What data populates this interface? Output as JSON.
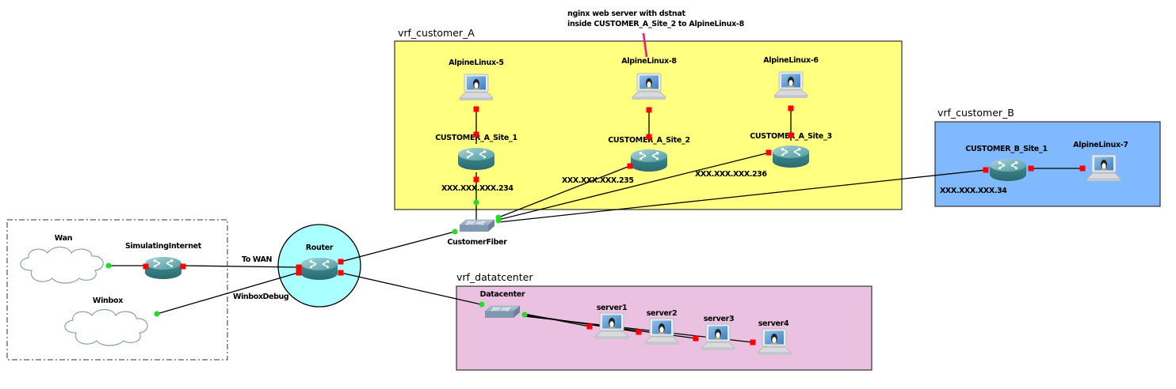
{
  "colors": {
    "zone_customer_a": "#ffff80",
    "zone_customer_b": "#80b9ff",
    "zone_datacenter": "#eac1e0",
    "router_zone": "#aaffff",
    "port_down": "#ff0000",
    "port_up": "#22dd22",
    "note_line": "#ff1188",
    "link": "#000000"
  },
  "note": {
    "line1": "nginx web server with dstnat",
    "line2": "inside CUSTOMER_A_Site_2 to AlpineLinux-8"
  },
  "zones": {
    "customer_a": {
      "label": "vrf_customer_A"
    },
    "customer_b": {
      "label": "vrf_customer_B"
    },
    "datacenter": {
      "label": "vrf_datatcenter"
    }
  },
  "nodes": {
    "alpine5": {
      "label": "AlpineLinux-5",
      "icon": "linux-host-icon"
    },
    "alpine8": {
      "label": "AlpineLinux-8",
      "icon": "linux-host-icon"
    },
    "alpine6": {
      "label": "AlpineLinux-6",
      "icon": "linux-host-icon"
    },
    "alpine7": {
      "label": "AlpineLinux-7",
      "icon": "linux-host-icon"
    },
    "site1": {
      "label": "CUSTOMER_A_Site_1",
      "icon": "router-icon"
    },
    "site2": {
      "label": "CUSTOMER_A_Site_2",
      "icon": "router-icon"
    },
    "site3": {
      "label": "CUSTOMER_A_Site_3",
      "icon": "router-icon"
    },
    "bsite1": {
      "label": "CUSTOMER_B_Site_1",
      "icon": "router-icon"
    },
    "customerfiber": {
      "label": "CustomerFiber",
      "icon": "switch-icon"
    },
    "router": {
      "label": "Router",
      "icon": "router-icon"
    },
    "simint": {
      "label": "SimulatingInternet",
      "icon": "router-icon"
    },
    "wan": {
      "label": "Wan",
      "icon": "cloud-icon"
    },
    "winbox": {
      "label": "Winbox",
      "icon": "cloud-icon"
    },
    "datacenter": {
      "label": "Datacenter",
      "icon": "switch-icon"
    },
    "server1": {
      "label": "server1",
      "icon": "linux-host-icon"
    },
    "server2": {
      "label": "server2",
      "icon": "linux-host-icon"
    },
    "server3": {
      "label": "server3",
      "icon": "linux-host-icon"
    },
    "server4": {
      "label": "server4",
      "icon": "linux-host-icon"
    }
  },
  "link_labels": {
    "site1_ip": "XXX.XXX.XXX.234",
    "site2_ip": "XXX.XXX.XXX.235",
    "site3_ip": "XXX.XXX.XXX.236",
    "bsite1_ip": "XXX.XXX.XXX.34",
    "to_wan": "To WAN",
    "winbox_debug": "WinboxDebug"
  }
}
